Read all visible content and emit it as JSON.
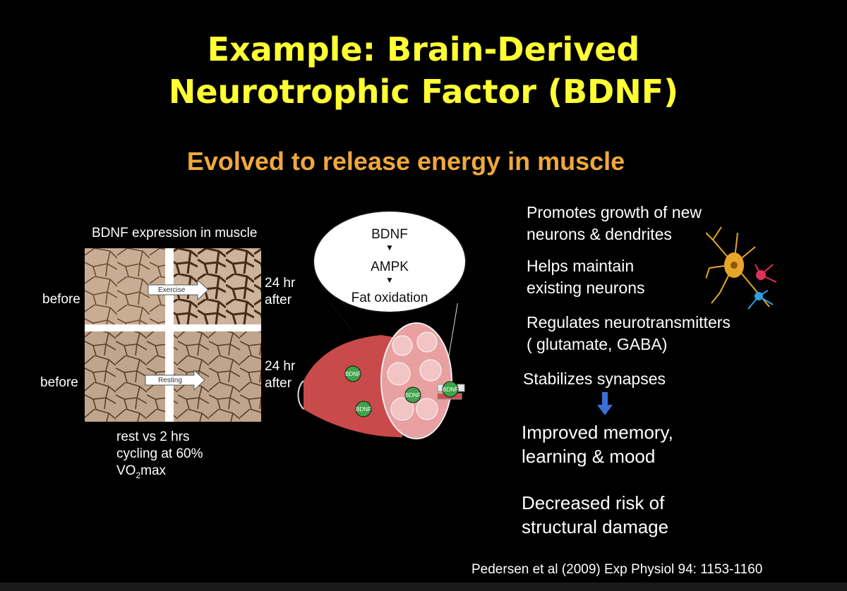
{
  "slide": {
    "title_line1": "Example: Brain-Derived",
    "title_line2": "Neurotrophic Factor (BDNF)",
    "subtitle": "Evolved to release energy in muscle"
  },
  "micrograph": {
    "caption": "BDNF expression in muscle",
    "before_top": "before",
    "before_bottom": "before",
    "after_top_line1": "24 hr",
    "after_top_line2": "after",
    "after_bottom_line1": "24 hr",
    "after_bottom_line2": "after",
    "exercise_label": "Exercise",
    "resting_label": "Resting",
    "note_line1": "rest vs 2 hrs",
    "note_line2": "cycling at 60%",
    "note_vo": "VO",
    "note_sub": "2",
    "note_max": "max"
  },
  "pathway": {
    "step1": "BDNF",
    "step2": "AMPK",
    "step3": "Fat oxidation",
    "muscle_label": "BDNF"
  },
  "effects": {
    "item1_line1": "Promotes growth of new",
    "item1_line2": "neurons & dendrites",
    "item2_line1": "Helps maintain",
    "item2_line2": "existing neurons",
    "item3_line1": "Regulates neurotransmitters",
    "item3_line2": "( glutamate,  GABA)",
    "item4": "Stabilizes synapses",
    "outcome1_line1": "Improved memory,",
    "outcome1_line2": "learning & mood",
    "outcome2_line1": "Decreased risk of",
    "outcome2_line2": "structural damage"
  },
  "citation": "Pedersen et al  (2009) Exp Physiol 94: 1153-1160",
  "colors": {
    "title": "#ffff33",
    "subtitle": "#f0a83c",
    "arrow": "#3b6fd6"
  }
}
